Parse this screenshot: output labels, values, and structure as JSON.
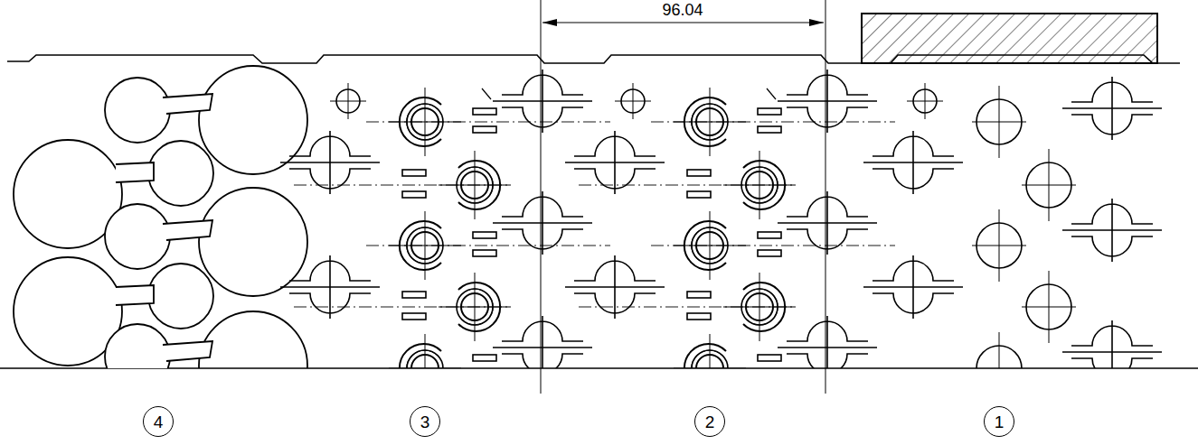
{
  "diagram": {
    "nodes": [
      {
        "text": [
          "4"
        ]
      },
      {
        "text": [
          "3"
        ]
      },
      {
        "text": [
          "2"
        ]
      },
      {
        "text": [
          "1"
        ]
      }
    ],
    "labels": [
      "96.04"
    ]
  }
}
